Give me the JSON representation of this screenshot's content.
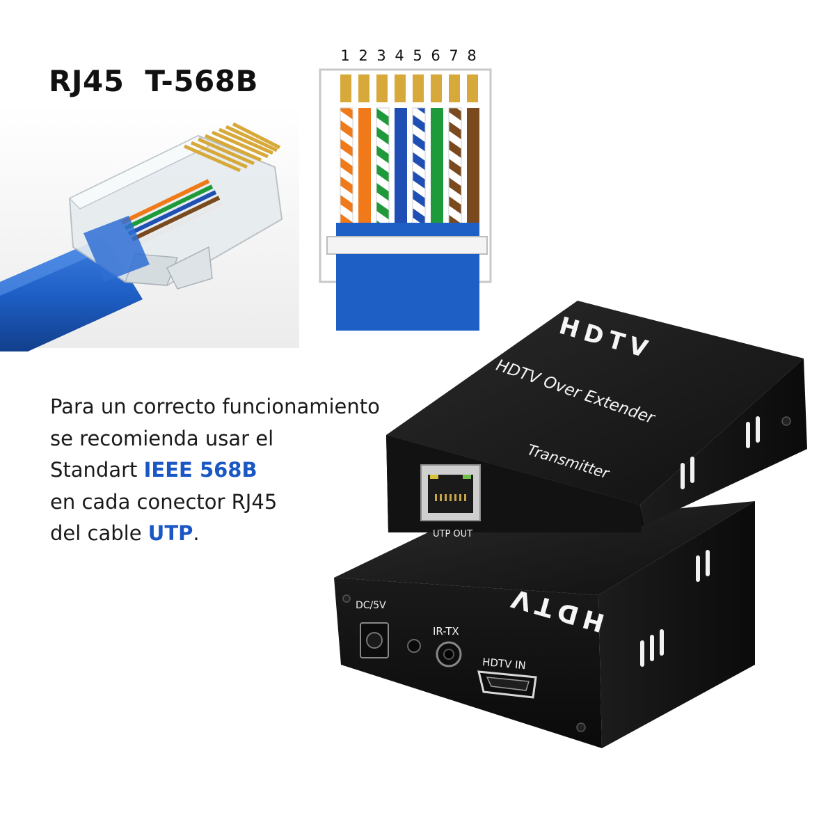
{
  "heading": {
    "part1": "RJ45",
    "part2": "T-568B"
  },
  "pin_numbers": [
    "1",
    "2",
    "3",
    "4",
    "5",
    "6",
    "7",
    "8"
  ],
  "wire_colors": [
    {
      "stripe": "#f07a1a",
      "solid": false
    },
    {
      "stripe": "#f07a1a",
      "solid": true
    },
    {
      "stripe": "#1f9a3a",
      "solid": false
    },
    {
      "stripe": "#1f4fb4",
      "solid": true
    },
    {
      "stripe": "#1f4fb4",
      "solid": false
    },
    {
      "stripe": "#1f9a3a",
      "solid": true
    },
    {
      "stripe": "#7a4a1e",
      "solid": false
    },
    {
      "stripe": "#7a4a1e",
      "solid": true
    }
  ],
  "description": {
    "line1": "Para un correcto funcionamiento",
    "line2": "se recomienda usar el",
    "line3_pre": "Standart ",
    "line3_hl": "IEEE 568B",
    "line4": "en cada conector RJ45",
    "line5_pre": "del cable ",
    "line5_hl": "UTP",
    "line5_post": "."
  },
  "transmitter": {
    "brand": "HDTV",
    "product": "HDTV Over Extender",
    "role": "Transmitter",
    "port_label": "UTP OUT"
  },
  "receiver": {
    "brand": "HDTV",
    "dc_label": "DC/5V",
    "ir_label": "IR-TX",
    "hdmi_label": "HDTV IN"
  },
  "colors": {
    "highlight": "#1b57c4",
    "cable": "#1e5fc6",
    "device": "#151515",
    "gold": "#d7a93a"
  }
}
